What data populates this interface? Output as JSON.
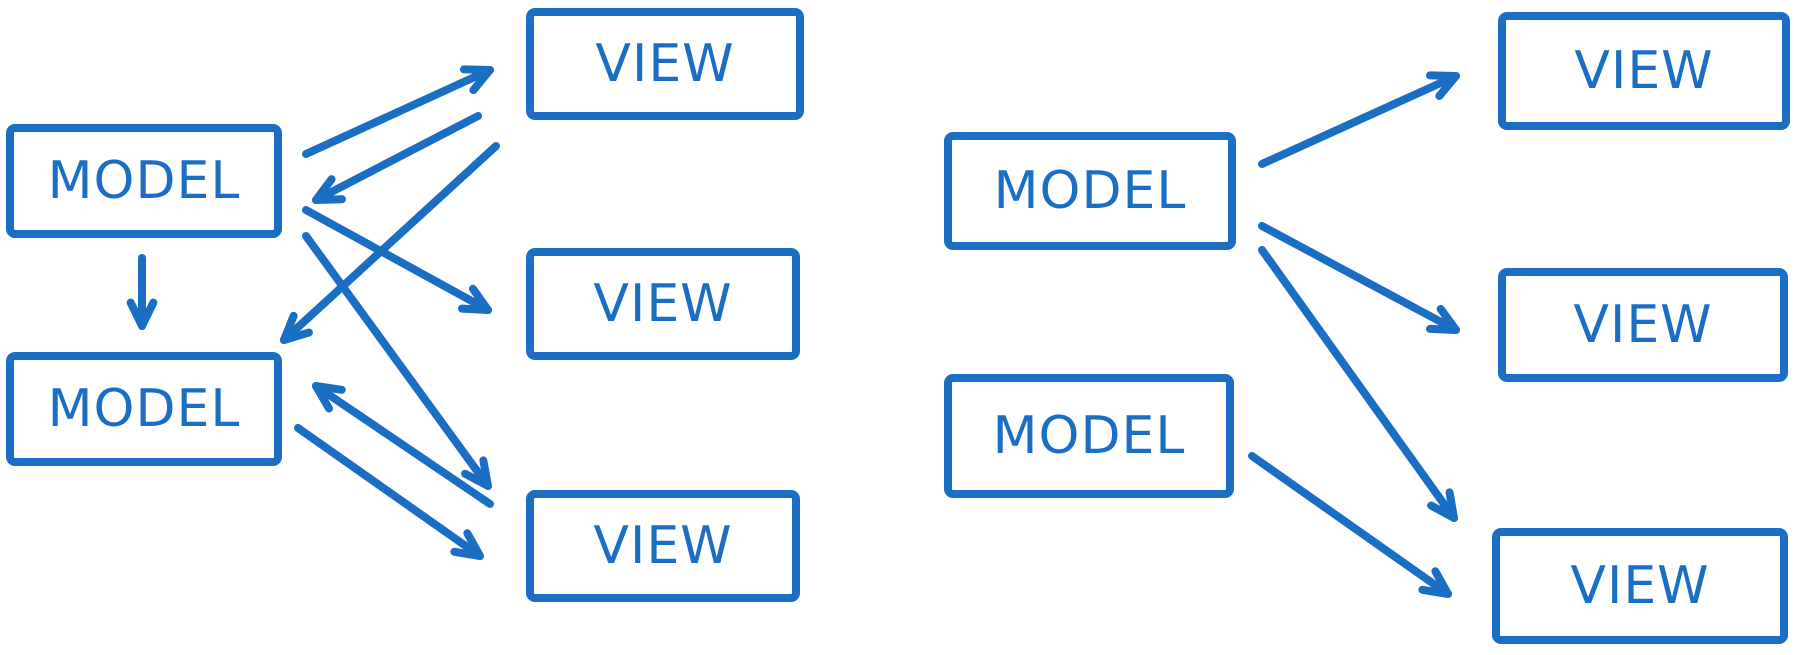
{
  "colors": {
    "stroke": "#1a6fc4",
    "background": "#ffffff"
  },
  "left_diagram": {
    "models": [
      {
        "label": "MODEL"
      },
      {
        "label": "MODEL"
      }
    ],
    "views": [
      {
        "label": "VIEW"
      },
      {
        "label": "VIEW"
      },
      {
        "label": "VIEW"
      }
    ]
  },
  "right_diagram": {
    "models": [
      {
        "label": "MODEL"
      },
      {
        "label": "MODEL"
      }
    ],
    "views": [
      {
        "label": "VIEW"
      },
      {
        "label": "VIEW"
      },
      {
        "label": "VIEW"
      }
    ]
  }
}
